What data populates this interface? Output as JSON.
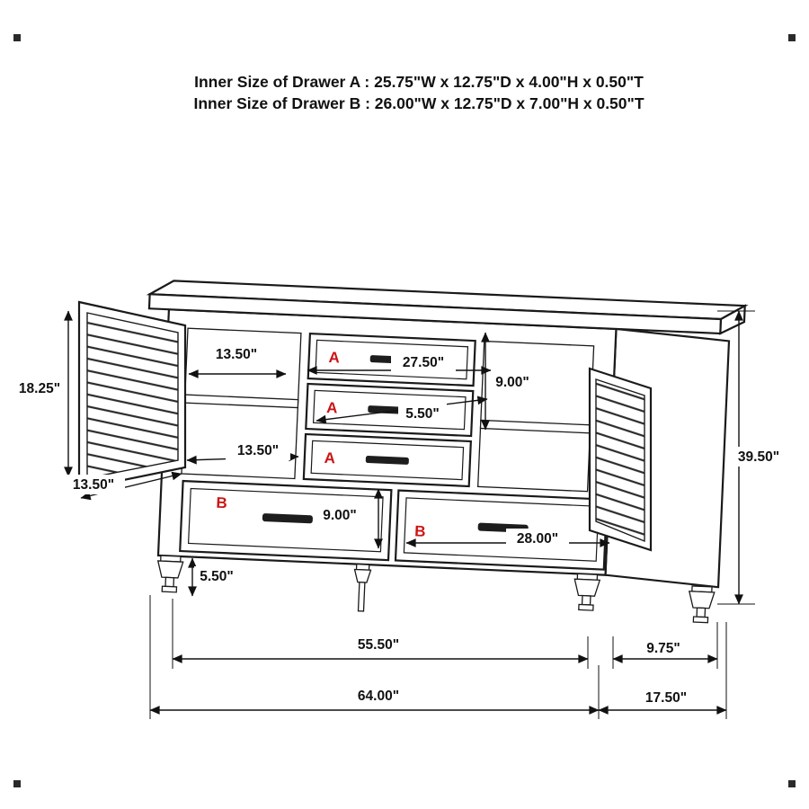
{
  "title": {
    "drawer_a_spec": "Inner Size of Drawer A : 25.75\"W x 12.75\"D x 4.00\"H x 0.50\"T",
    "drawer_b_spec": "Inner Size of Drawer B : 26.00\"W x 12.75\"D x 7.00\"H x 0.50\"T"
  },
  "labels": {
    "drawer_a": "A",
    "drawer_b": "B"
  },
  "dimensions": {
    "upper_cubby_width": "13.50\"",
    "door_height": "18.25\"",
    "door_width": "13.50\"",
    "lower_cubby_width": "13.50\"",
    "drawer_a_width": "27.50\"",
    "upper_cubby_height": "9.00\"",
    "drawer_a_height": "5.50\"",
    "drawer_b_height": "9.00\"",
    "drawer_b_width": "28.00\"",
    "leg_height": "5.50\"",
    "overall_height": "39.50\"",
    "front_width": "55.50\"",
    "side_depth": "9.75\"",
    "overall_width": "64.00\"",
    "overall_depth": "17.50\""
  },
  "colors": {
    "line": "#1a1a1a",
    "accent_red": "#cc1414",
    "background": "#ffffff"
  }
}
